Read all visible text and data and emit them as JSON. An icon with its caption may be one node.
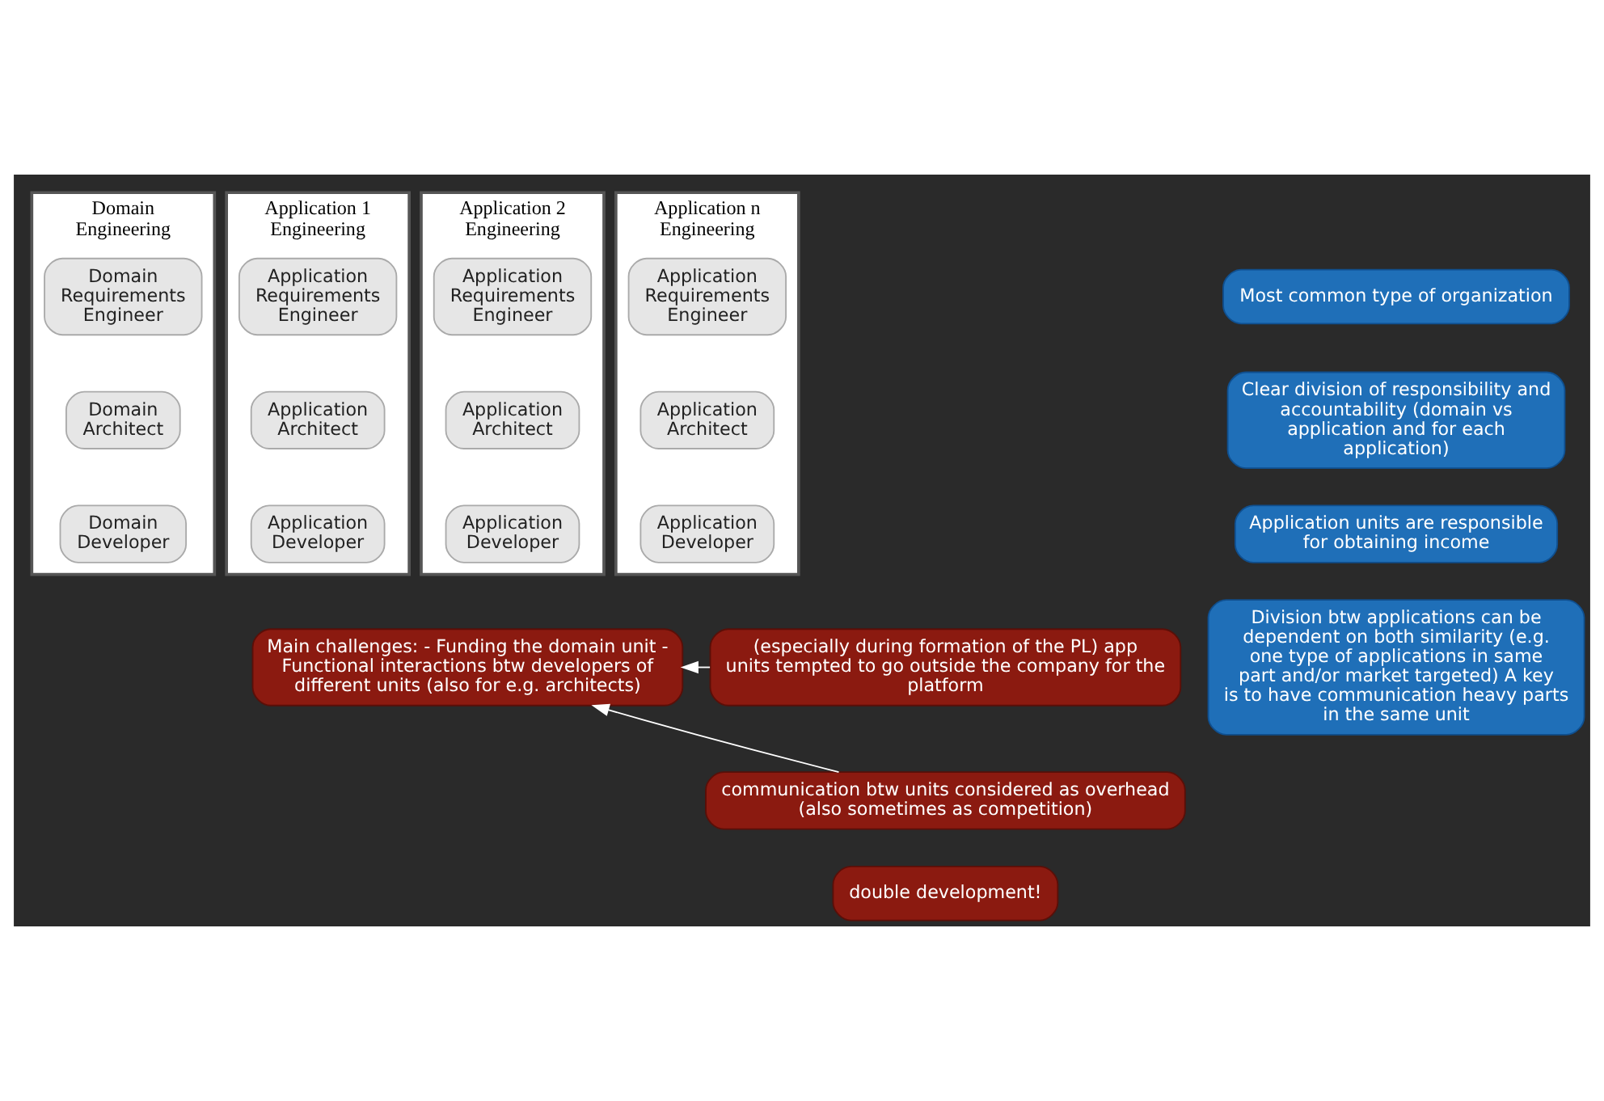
{
  "diagram": {
    "nodes": [
      {
        "text": [
          "Domain Engineering"
        ]
      },
      {
        "text": [
          "Domain Requirements Engineer"
        ],
        "in": 0
      },
      {
        "text": [
          "Domain Architect"
        ],
        "in": 0
      },
      {
        "text": [
          "Domain Developer"
        ],
        "in": 0
      },
      {
        "text": [
          "Application 1 Engineering"
        ]
      },
      {
        "text": [
          "Application Requirements Engineer"
        ],
        "in": 4
      },
      {
        "text": [
          "Application Architect"
        ],
        "in": 4
      },
      {
        "text": [
          "Application Developer"
        ],
        "in": 4
      },
      {
        "text": [
          "Application 2 Engineering"
        ]
      },
      {
        "text": [
          "Application Requirements Engineer"
        ],
        "in": 8
      },
      {
        "text": [
          "Application Architect"
        ],
        "in": 8
      },
      {
        "text": [
          "Application Developer"
        ],
        "in": 8
      },
      {
        "text": [
          "Application n Engineering"
        ]
      },
      {
        "text": [
          "Application Requirements Engineer"
        ],
        "in": 12
      },
      {
        "text": [
          "Application Architect"
        ],
        "in": 12
      },
      {
        "text": [
          "Application Developer"
        ],
        "in": 12
      },
      {
        "text": [
          "Most common type of organization"
        ]
      },
      {
        "text": [
          "Clear division of responsibility and accountability (domain vs application and for each application)"
        ]
      },
      {
        "text": [
          "Application units are responsible for obtaining income"
        ]
      },
      {
        "text": [
          "Division btw applications can be dependent on both similarity (e.g. one type of applications in same part and/or market targeted) A key is to have communication heavy parts in the same unit"
        ]
      },
      {
        "text": [
          "Main challenges: - Funding the domain unit - Functional interactions btw developers of different units (also for e.g. architects)"
        ]
      },
      {
        "text": [
          "(especially during formation of the PL) app units tempted to go outside the company for the platform"
        ]
      },
      {
        "text": [
          "communication btw units considered as overhead (also sometimes as competition)"
        ]
      },
      {
        "text": [
          "double development!"
        ]
      }
    ],
    "edges": [
      {
        "from": 21,
        "to": 20,
        "arrow": "to"
      },
      {
        "from": 22,
        "to": 20,
        "arrow": "to"
      }
    ]
  }
}
